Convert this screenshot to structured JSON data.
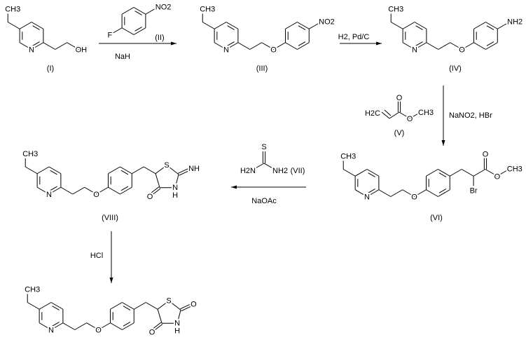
{
  "compounds": {
    "I": {
      "label": "(I)",
      "ethyl": "CH3",
      "ring_n": "N",
      "oh": "OH"
    },
    "II": {
      "label": "(II)",
      "f": "F",
      "nitro": "NO2"
    },
    "III": {
      "label": "(III)",
      "ethyl": "CH3",
      "ring_n": "N",
      "ether_o": "O",
      "nitro": "NO2"
    },
    "IV": {
      "label": "(IV)",
      "ethyl": "CH3",
      "ring_n": "N",
      "ether_o": "O",
      "amine": "NH2"
    },
    "V": {
      "label": "(V)",
      "h2c": "H2C",
      "carbonyl_o": "O",
      "ester_o": "O",
      "methyl": "CH3"
    },
    "VI": {
      "label": "(VI)",
      "ethyl": "CH3",
      "ring_n": "N",
      "ether_o": "O",
      "br": "Br",
      "carbonyl_o": "O",
      "ester_o": "O",
      "methyl": "CH3"
    },
    "VII": {
      "label": "(VII)",
      "s": "S",
      "h2n": "H2N",
      "nh2": "NH2"
    },
    "VIII": {
      "label": "(VIII)",
      "ethyl": "CH3",
      "ring_n": "N",
      "ether_o": "O",
      "s": "S",
      "imine": "NH",
      "n": "N",
      "h": "H",
      "o": "O"
    },
    "final": {
      "ethyl": "CH3",
      "ring_n": "N",
      "ether_o": "O",
      "s": "S",
      "o2": "O",
      "n": "N",
      "h": "H",
      "o": "O"
    }
  },
  "conditions": {
    "step1": "NaH",
    "step2": "H2, Pd/C",
    "step3": "NaNO2, HBr",
    "step4": "NaOAc",
    "step5": "HCl"
  }
}
